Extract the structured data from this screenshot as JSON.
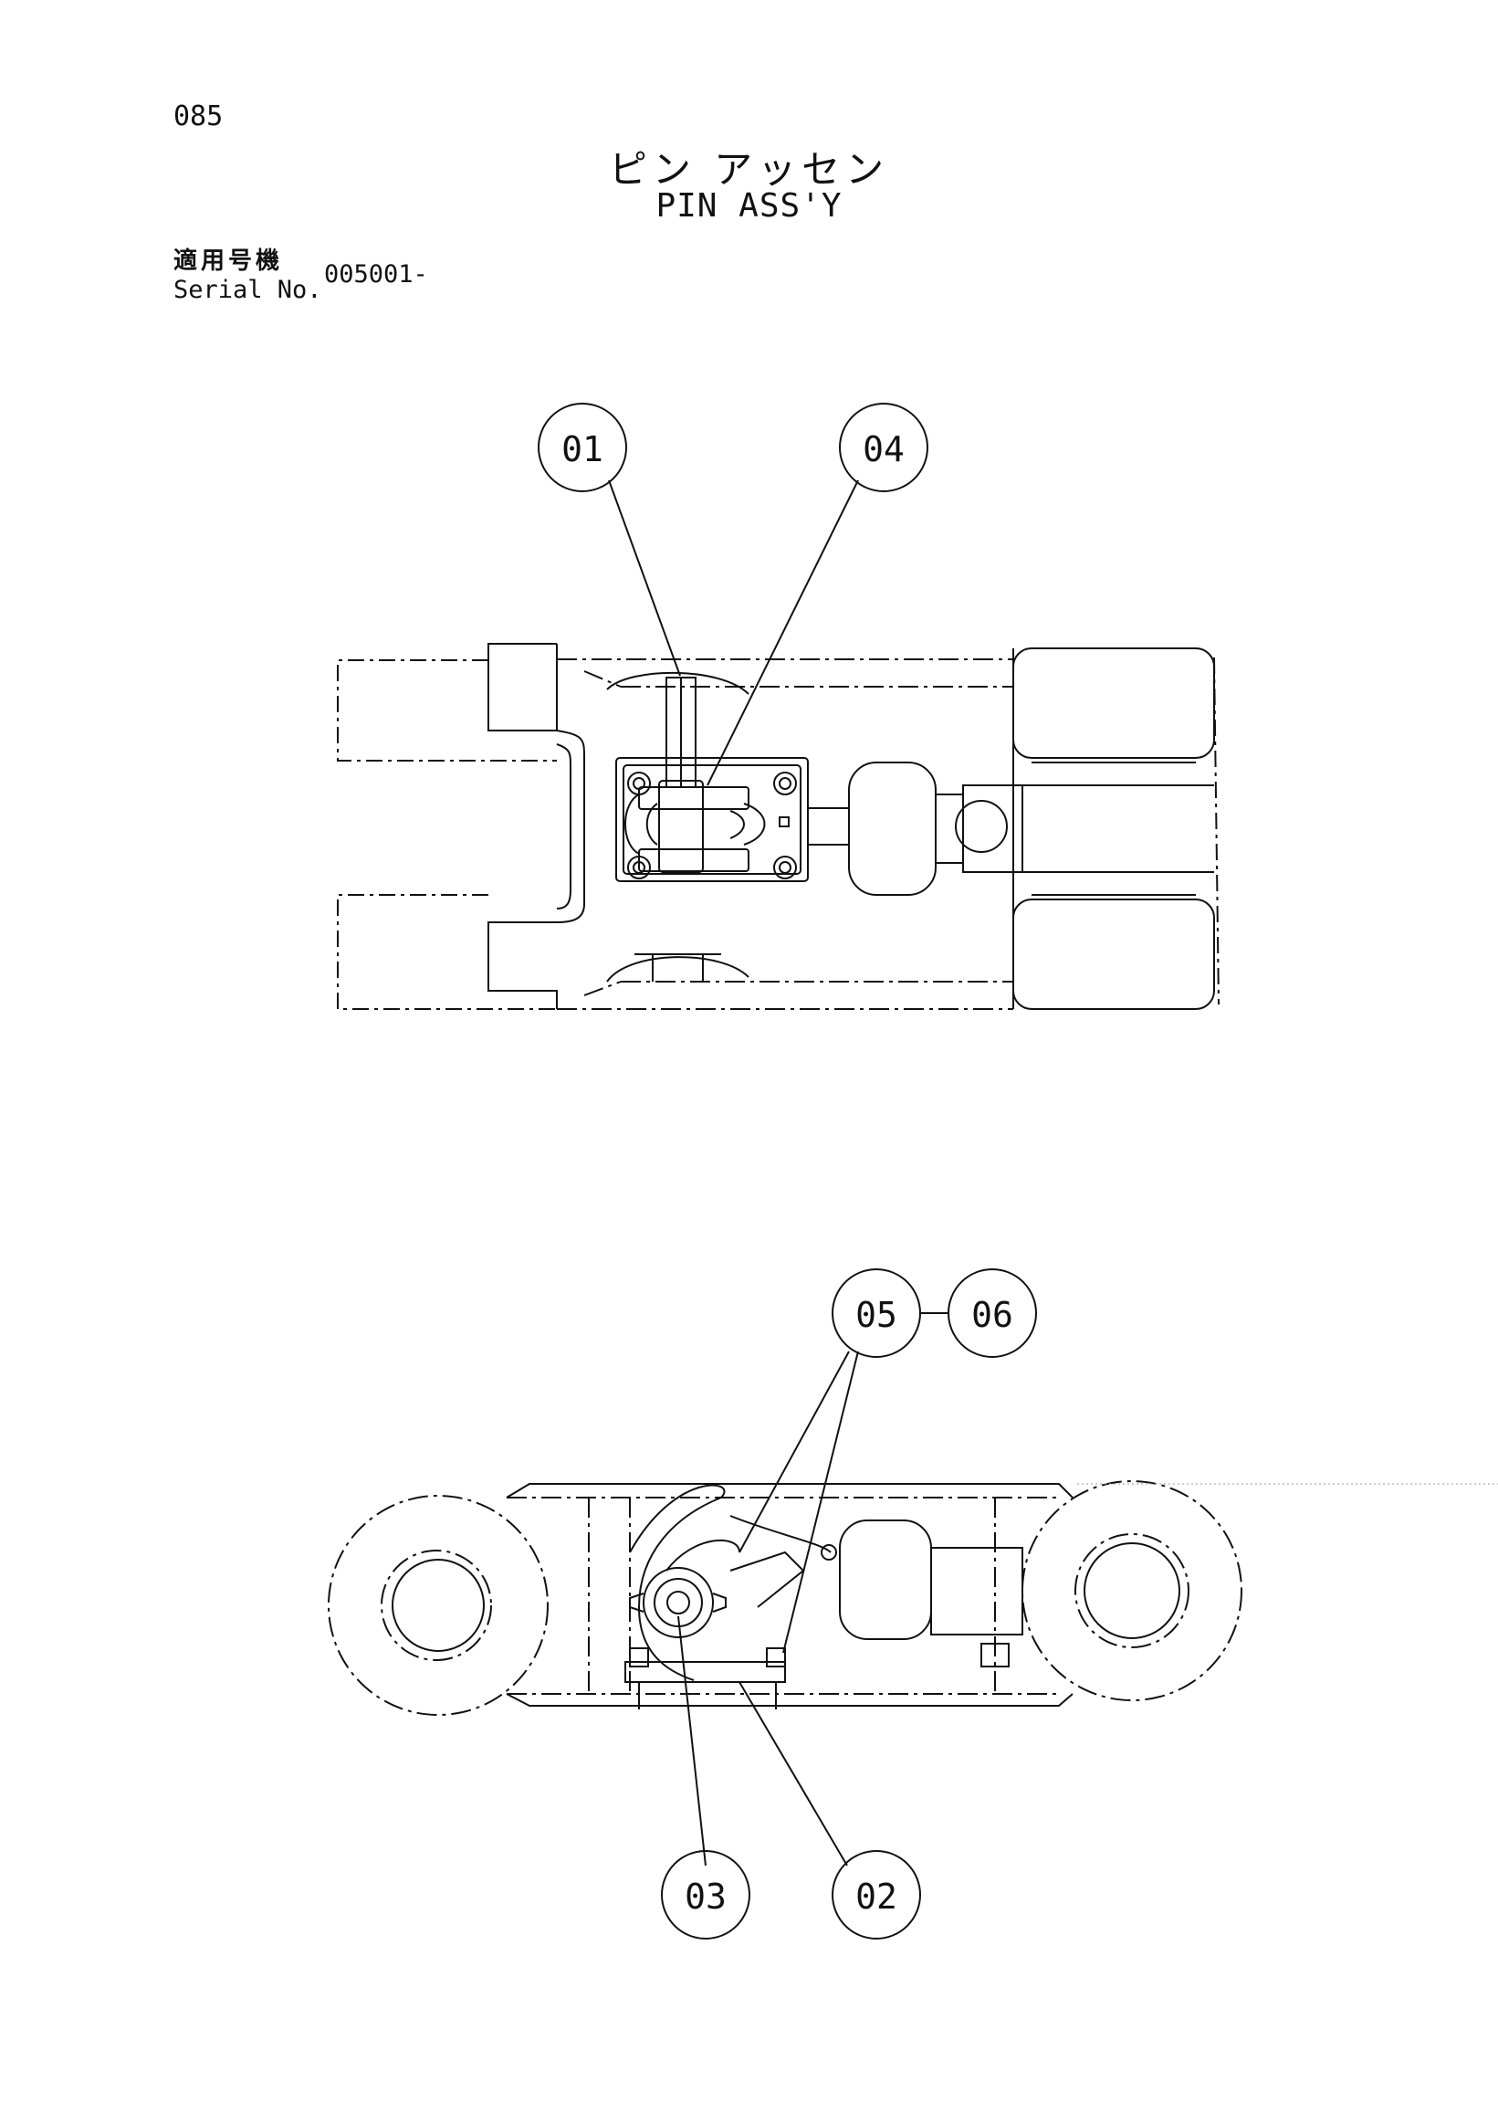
{
  "page_number": "085",
  "title_jp": "ピン アッセン",
  "title_en": "PIN ASS'Y",
  "serial_label_jp": "適用号機",
  "serial_label_en": "Serial No.",
  "serial_value": "005001-",
  "callouts": {
    "c01": "01",
    "c04": "04",
    "c05": "05",
    "c06": "06",
    "c03": "03",
    "c02": "02"
  }
}
